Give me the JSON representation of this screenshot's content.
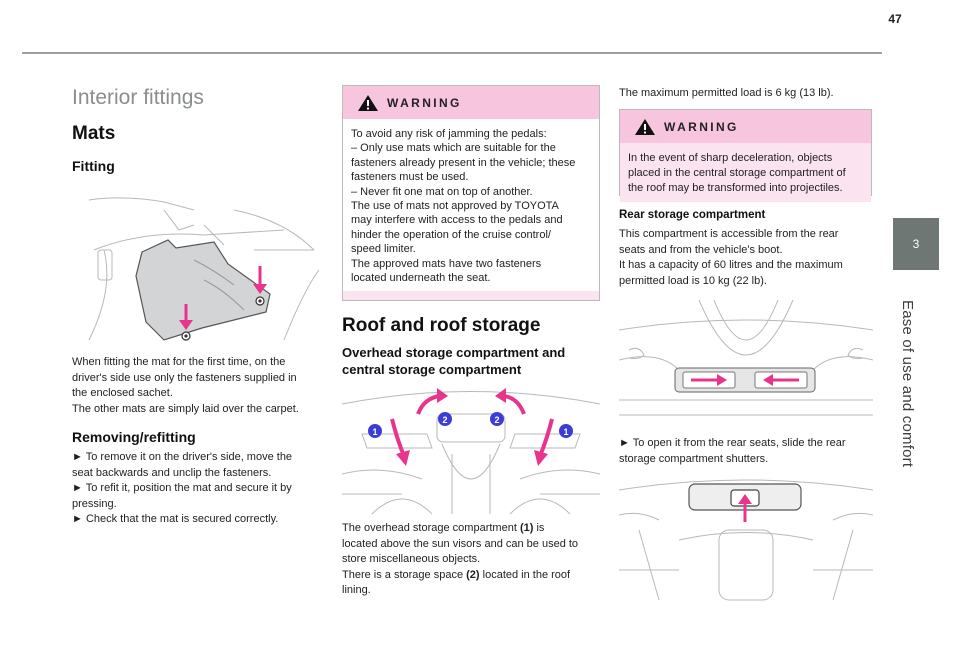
{
  "page": {
    "number": "47"
  },
  "side": {
    "tab_number": "3",
    "title": "Ease of use and comfort"
  },
  "col1": {
    "section_title": "Interior fittings",
    "mats_title": "Mats",
    "fitting_title": "Fitting",
    "fitting_text": [
      "When fitting the mat for the first time, on the",
      "driver's side use only the fasteners supplied in",
      "the enclosed sachet.",
      "The other mats are simply laid over the carpet."
    ],
    "removing_title": "Removing/refitting",
    "removing_text": [
      "► To remove it on the driver's side, move the",
      "seat backwards and unclip the fasteners.",
      "► To refit it, position the mat and secure it by",
      "pressing.",
      "► Check that the mat is secured correctly."
    ]
  },
  "col2": {
    "warning_title": "WARNING",
    "warning_text": [
      "To avoid any risk of jamming the pedals:",
      "– Only use mats which are suitable for the",
      "fasteners already present in the vehicle; these",
      "fasteners must be used.",
      "– Never fit one mat on top of another.",
      "The use of mats not approved by TOYOTA",
      "may interfere with access to the pedals and",
      "hinder the operation of the cruise control/",
      "speed limiter.",
      "The approved mats have two fasteners",
      "located underneath the seat."
    ],
    "roof_title": "Roof and roof storage",
    "overhead_title": [
      "Overhead storage compartment and",
      "central storage compartment"
    ],
    "callout_1": "1",
    "callout_2": "2",
    "overhead_text": [
      "The overhead storage compartment",
      "located above the sun visors and can be used to",
      "store miscellaneous objects.",
      "There is a storage space",
      "located in the roof",
      "lining."
    ],
    "ref_1": "(1)",
    "ref_1_after": " is",
    "ref_2": "(2)"
  },
  "col3": {
    "load_text": "The maximum permitted load is 6 kg (13 lb).",
    "warning_title": "WARNING",
    "warning_text": [
      "In the event of sharp deceleration, objects",
      "placed in the central storage compartment of",
      "the roof may be transformed into projectiles."
    ],
    "rear_title": "Rear storage compartment",
    "rear_text": [
      "This compartment is accessible from the rear",
      "seats and from the vehicle's boot.",
      "It has a capacity of 60 litres and the maximum",
      "permitted load is 10 kg (22 lb)."
    ],
    "open_text": [
      "► To open it from the rear seats, slide the rear",
      "storage compartment shutters."
    ]
  },
  "colors": {
    "warning_header": "#f7c6de",
    "warning_bg": "#fbe3ef",
    "arrow": "#e8348d",
    "callout": "#3c3cd6",
    "tab": "#6f7775"
  },
  "icons": [
    "warning-triangle-icon",
    "arrow-down-icon",
    "arrow-curved-icon",
    "arrow-horizontal-icon",
    "arrow-up-icon"
  ]
}
